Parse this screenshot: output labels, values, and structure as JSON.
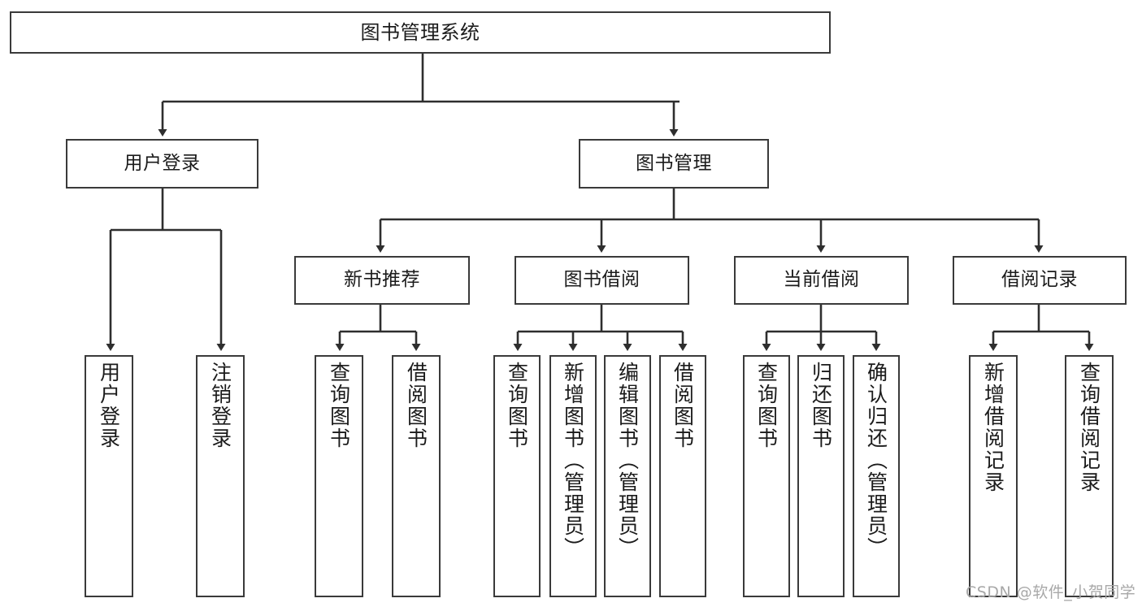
{
  "diagram": {
    "title": "图书管理系统",
    "type": "hierarchy-tree",
    "watermark": "CSDN @软件_小贺同学",
    "colors": {
      "stroke": "#3a3a3a",
      "fill": "#ffffff",
      "text": "#1b1b1b",
      "watermark": "#a8a8a8"
    }
  },
  "nodes": {
    "root": {
      "label": "图书管理系统"
    },
    "level2": [
      {
        "label": "用户登录"
      },
      {
        "label": "图书管理"
      }
    ],
    "level3": [
      {
        "label": "新书推荐"
      },
      {
        "label": "图书借阅"
      },
      {
        "label": "当前借阅"
      },
      {
        "label": "借阅记录"
      }
    ],
    "leaves": {
      "user_login": [
        {
          "label": "用户登录"
        },
        {
          "label": "注销登录"
        }
      ],
      "new_book_recommend": [
        {
          "label": "查询图书"
        },
        {
          "label": "借阅图书"
        }
      ],
      "book_borrow": [
        {
          "label": "查询图书"
        },
        {
          "label": "新增图书（管理员）"
        },
        {
          "label": "编辑图书（管理员）"
        },
        {
          "label": "借阅图书"
        }
      ],
      "current_borrow": [
        {
          "label": "查询图书"
        },
        {
          "label": "归还图书"
        },
        {
          "label": "确认归还（管理员）"
        }
      ],
      "borrow_record": [
        {
          "label": "新增借阅记录"
        },
        {
          "label": "查询借阅记录"
        }
      ]
    }
  }
}
